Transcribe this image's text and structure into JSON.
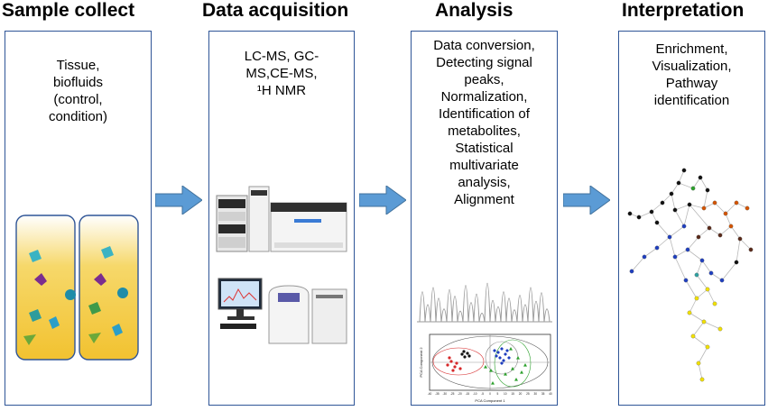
{
  "stages": [
    {
      "title": "Sample collect",
      "lines": [
        "Tissue,",
        "biofluids",
        "(control,",
        "condition)"
      ]
    },
    {
      "title": "Data acquisition",
      "lines": [
        "LC-MS, GC-",
        "MS,CE-MS,",
        "¹H NMR"
      ]
    },
    {
      "title": "Analysis",
      "lines": [
        "Data conversion,",
        "Detecting signal",
        "peaks,",
        "Normalization,",
        "Identification of",
        "metabolites,",
        "Statistical",
        "multivariate",
        "analysis,",
        "Alignment"
      ]
    },
    {
      "title": "Interpretation",
      "lines": [
        "Enrichment,",
        "Visualization,",
        "Pathway",
        "identification"
      ]
    }
  ],
  "pca_plot": {
    "xlabel": "PCA Component 1",
    "ylabel": "PCA Component 2",
    "xticks": [
      "-40",
      "-35",
      "-30",
      "-25",
      "-20",
      "-15",
      "-10",
      "-5",
      "0",
      "5",
      "10",
      "15",
      "20",
      "25",
      "30",
      "35",
      "40"
    ]
  },
  "colors": {
    "panel_border": "#2f5597",
    "arrow_fill": "#5b9bd5",
    "liquid": "#f2c230",
    "group_red": "#d62728",
    "group_black": "#111111",
    "group_blue": "#1f3fbf",
    "group_green": "#2ca02c"
  }
}
